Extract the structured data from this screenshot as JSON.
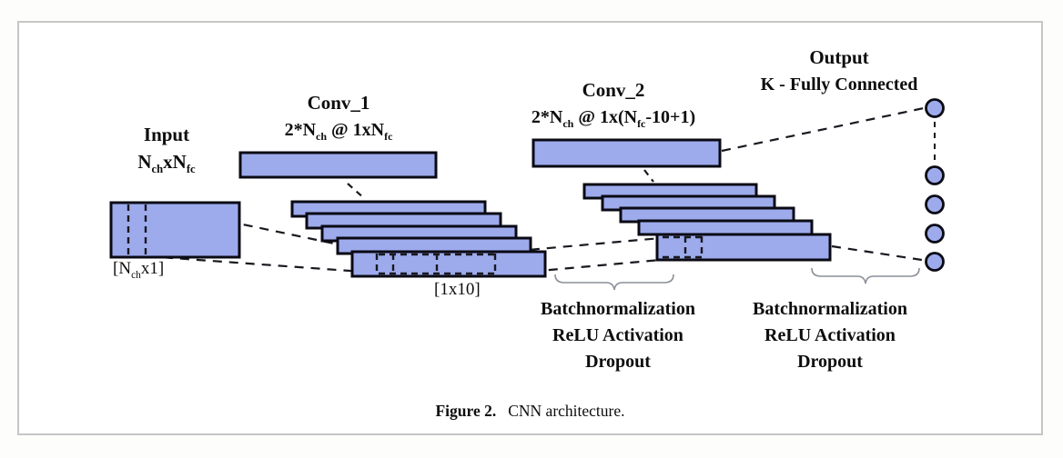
{
  "labels": {
    "input_title": "Input",
    "input_dims": {
      "a": "N",
      "a_sub": "ch",
      "b": "xN",
      "b_sub": "fc"
    },
    "input_window": {
      "a": "[N",
      "a_sub": "ch",
      "b": "x1]"
    },
    "conv1_title": "Conv_1",
    "conv1_spec": {
      "a": "2*N",
      "a_sub": "ch",
      "b": " @ 1xN",
      "b_sub": "fc"
    },
    "conv1_kernel": "[1x10]",
    "conv2_title": "Conv_2",
    "conv2_spec": {
      "a": "2*N",
      "a_sub": "ch",
      "b": " @ 1x(N",
      "b_sub": "fc",
      "c": "-10+1)"
    },
    "output_title": "Output",
    "output_subtitle": "K - Fully Connected",
    "post_conv1": [
      "Batchnormalization",
      "ReLU Activation",
      "Dropout"
    ],
    "post_conv2": [
      "Batchnormalization",
      "ReLU Activation",
      "Dropout"
    ]
  },
  "caption": {
    "label": "Figure 2.",
    "text": "CNN architecture."
  },
  "colors": {
    "layer_fill": "#9dabec",
    "layer_stroke": "#0a0a14",
    "dash_color": "#18181f",
    "brace_color": "#8a8f98",
    "panel_border": "#c6c6c6",
    "panel_bg": "#ffffff",
    "page_bg": "#fdfdfc",
    "text_color": "#0d0d0d"
  }
}
